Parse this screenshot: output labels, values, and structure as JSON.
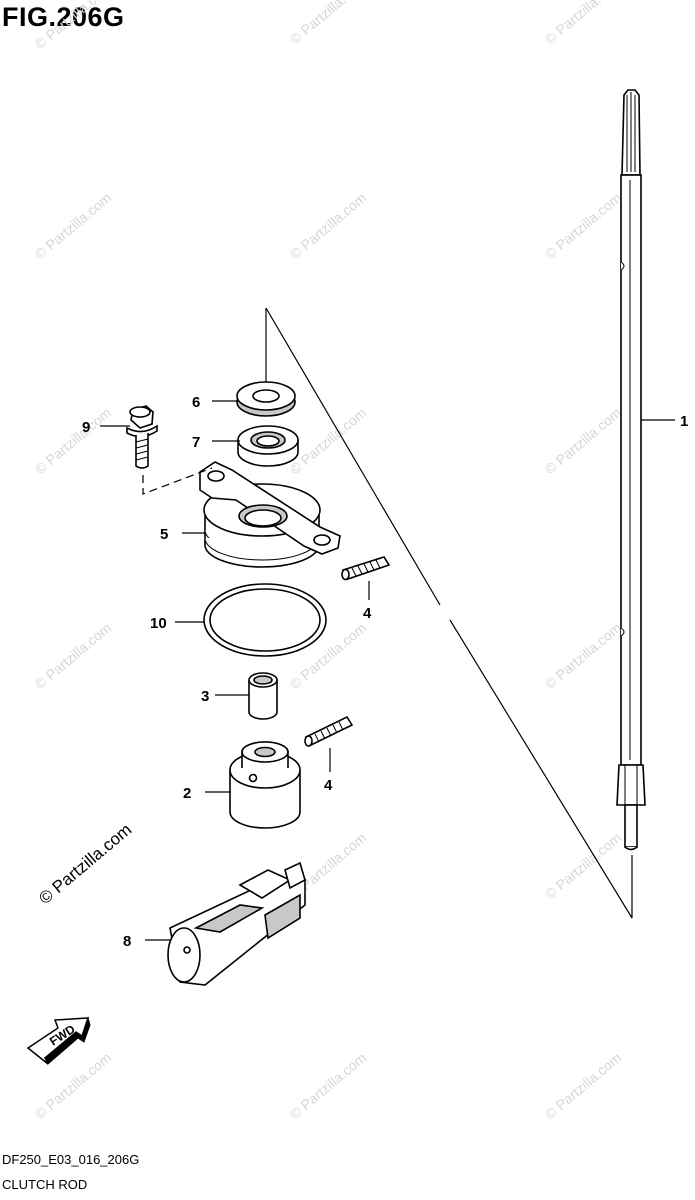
{
  "figure_title": "FIG.206G",
  "diagram_code": "DF250_E03_016_206G",
  "diagram_name": "CLUTCH ROD",
  "watermark_text": "© Partzilla.com",
  "fwd_label": "FWD",
  "callouts": {
    "p1": "1",
    "p2": "2",
    "p3": "3",
    "p4a": "4",
    "p4b": "4",
    "p5": "5",
    "p6": "6",
    "p7": "7",
    "p8": "8",
    "p9": "9",
    "p10": "10"
  }
}
